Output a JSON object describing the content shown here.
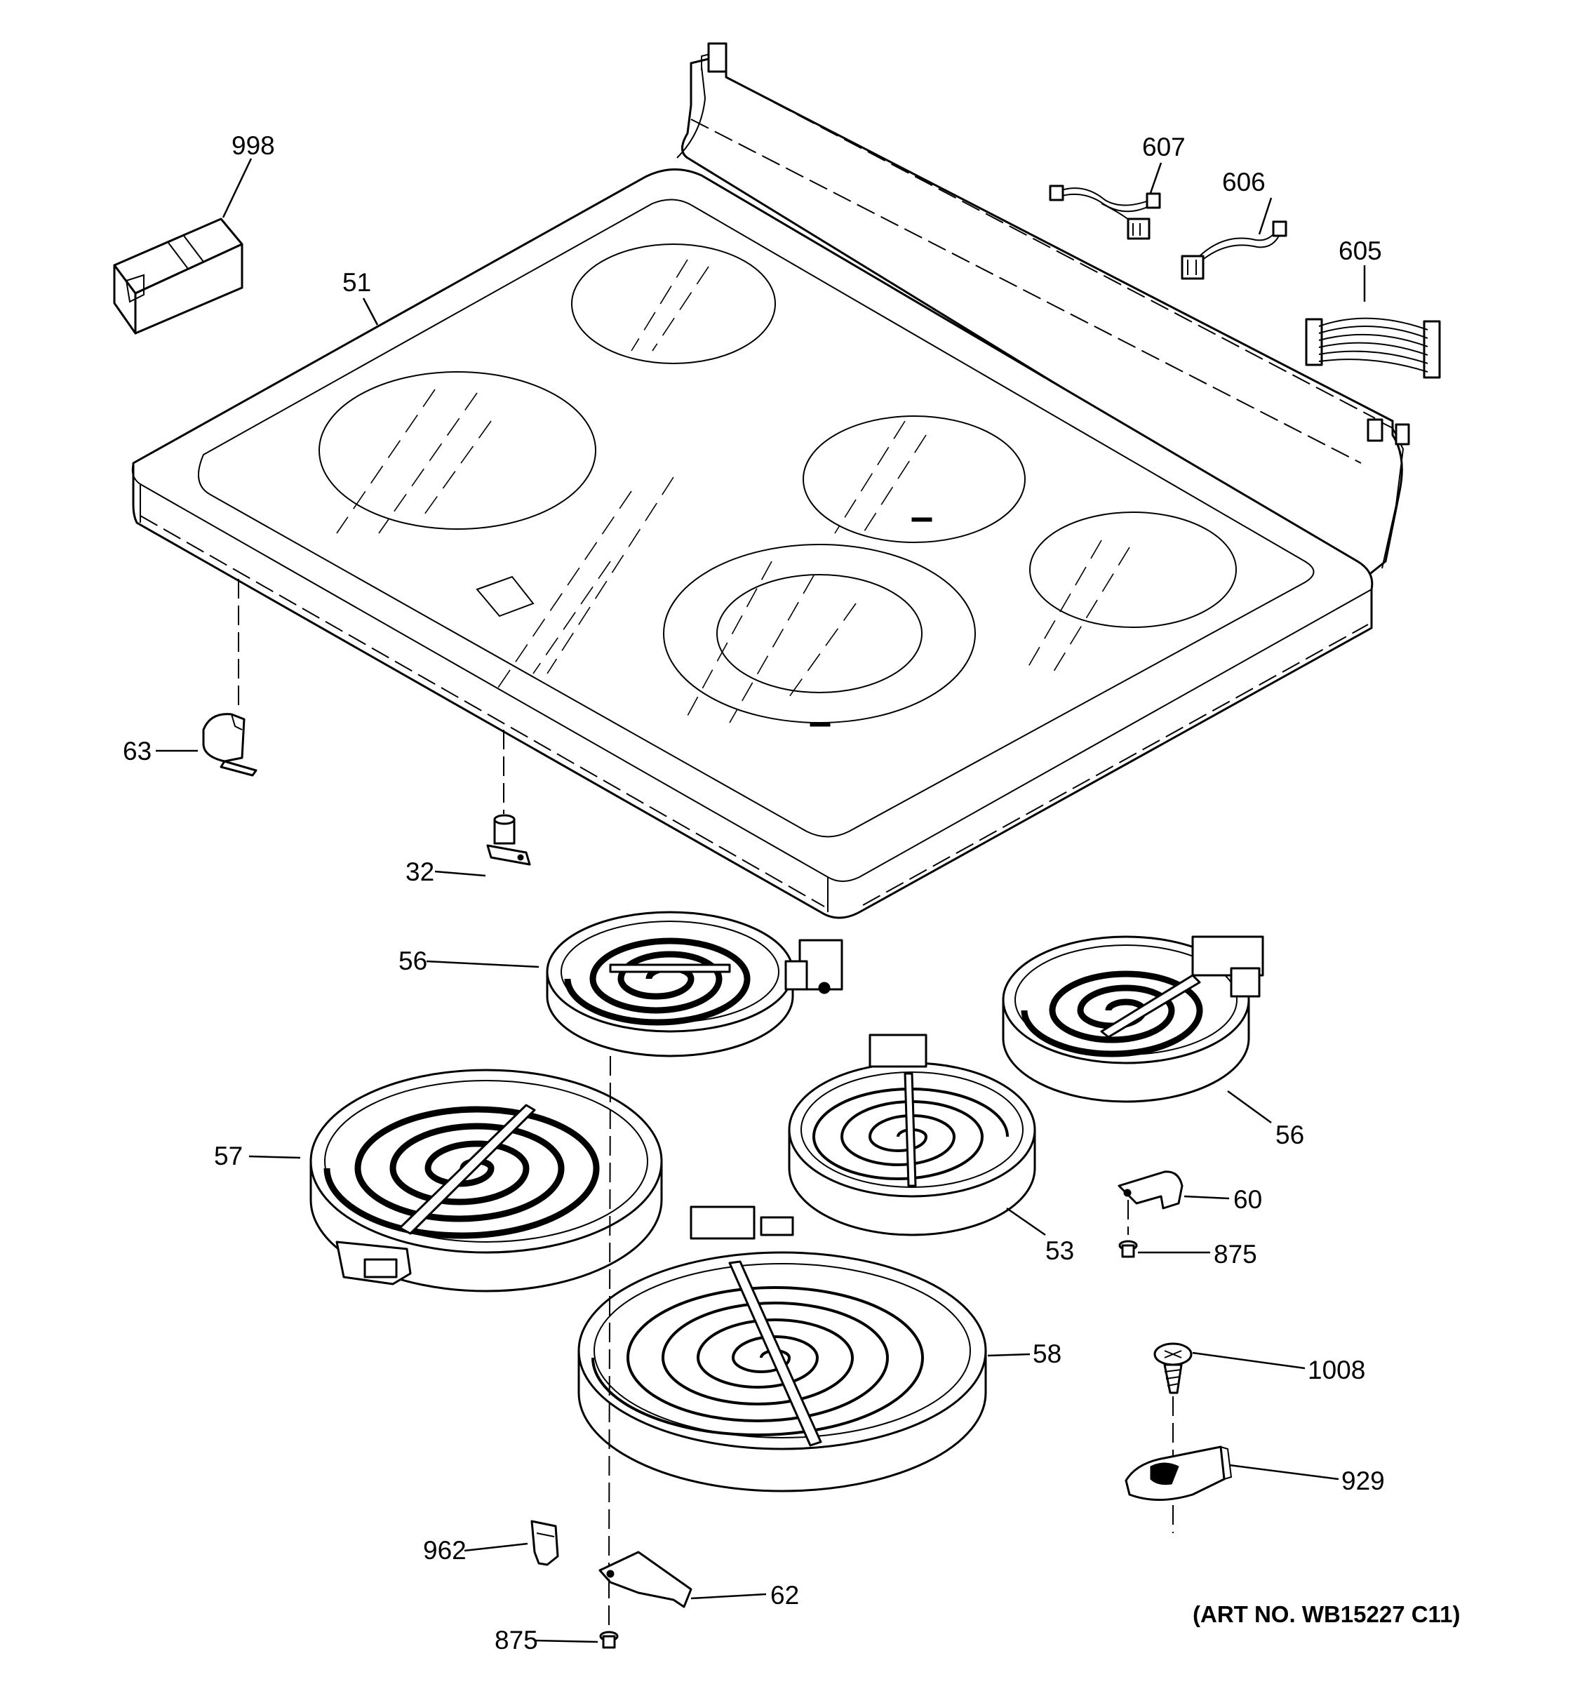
{
  "art_number": "(ART NO. WB15227 C11)",
  "callouts": {
    "c998": "998",
    "c51": "51",
    "c607": "607",
    "c606": "606",
    "c605": "605",
    "c63": "63",
    "c32": "32",
    "c56a": "56",
    "c56b": "56",
    "c57": "57",
    "c53": "53",
    "c60": "60",
    "c875a": "875",
    "c58": "58",
    "c1008": "1008",
    "c929": "929",
    "c962": "962",
    "c62": "62",
    "c875b": "875"
  }
}
